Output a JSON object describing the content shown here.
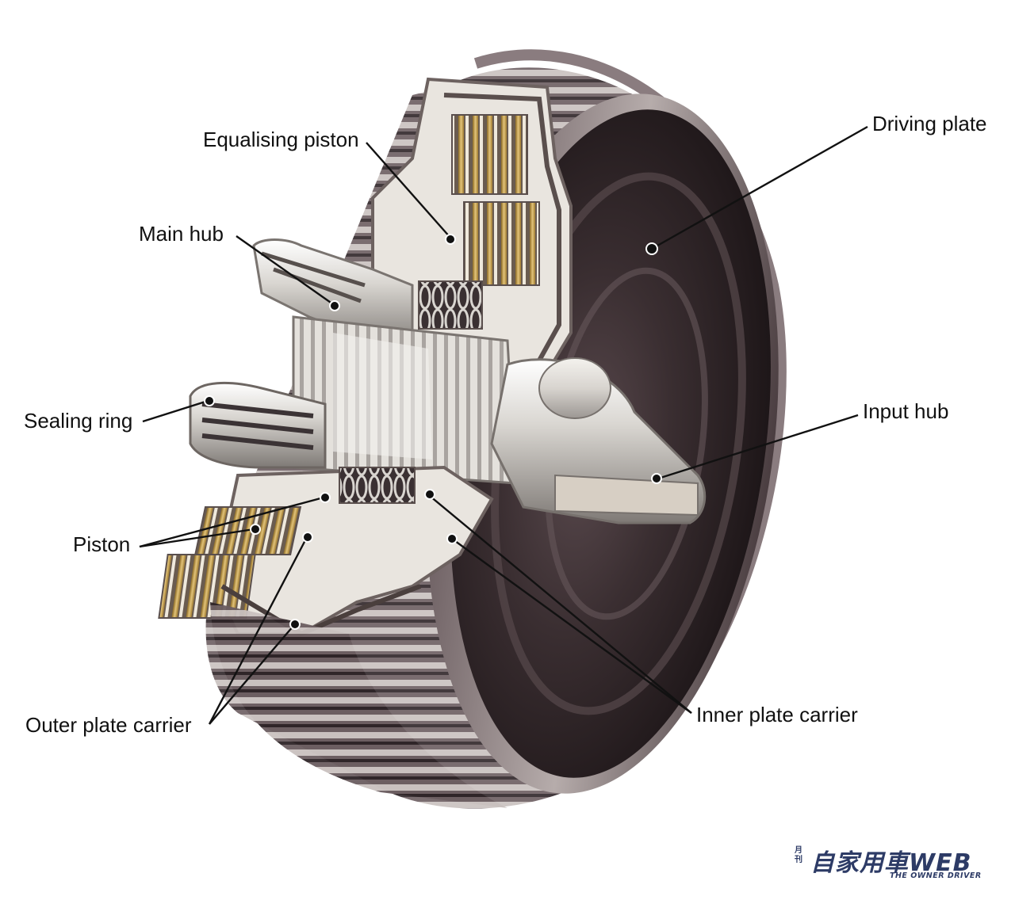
{
  "labels": {
    "equalising_piston": "Equalising piston",
    "main_hub": "Main hub",
    "sealing_ring": "Sealing ring",
    "piston": "Piston",
    "outer_plate_carrier": "Outer plate carrier",
    "driving_plate": "Driving plate",
    "input_hub": "Input hub",
    "inner_plate_carrier": "Inner plate carrier"
  },
  "logo": {
    "small": "月刊",
    "main": "自家用車WEB",
    "tagline": "THE OWNER DRIVER"
  },
  "colors": {
    "housing_dark": "#2a2124",
    "housing_mid": "#4a3d40",
    "metal_light": "#e6e3de",
    "metal_shadow": "#8f8a86",
    "clutch_gold": "#c9a24a",
    "logo_navy": "#2d3b66"
  }
}
